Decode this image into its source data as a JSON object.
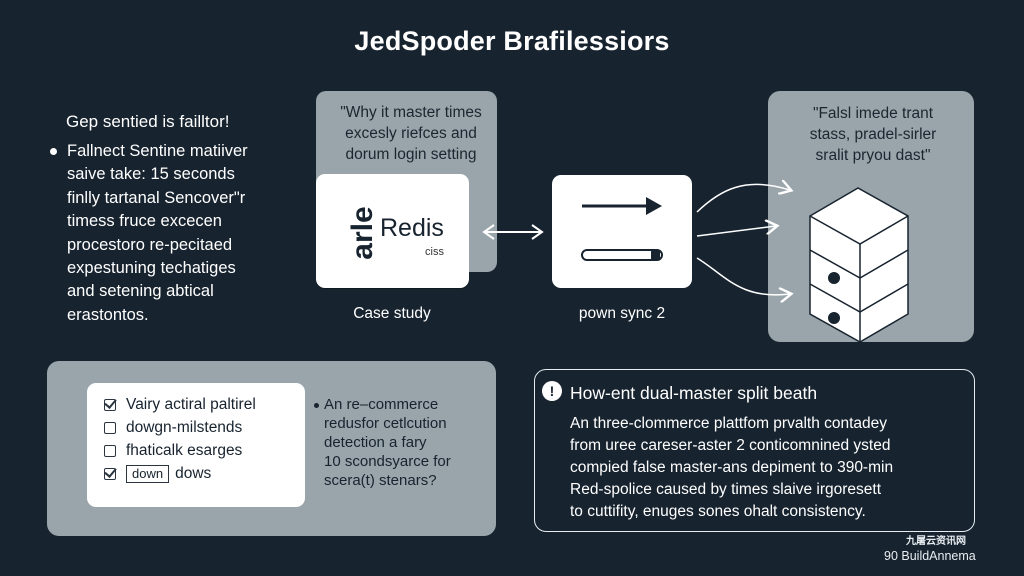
{
  "title": "JedSpoder Brafilessiors",
  "left": {
    "heading": "Gep sentied is failltor!",
    "bullet_lines": [
      "Fallnect Sentine matiiver",
      "saive take: 15 seconds",
      "finlly tartanal Sencover\"r",
      "timess fruce excecen",
      "procestoro re-pecitaed",
      "expestuning techatiges",
      "and setening abtical",
      "erastontos."
    ]
  },
  "mid_panel": {
    "quote_lines": [
      "\"Why it master times",
      "excesly riefces and",
      "dorum login setting"
    ],
    "card_rotated_text": "arle",
    "card_label": "Redis",
    "card_small": "ciss",
    "caption": "Case study"
  },
  "sync": {
    "caption": "pown sync 2"
  },
  "right_panel": {
    "quote_lines": [
      "\"Falsl imede trant",
      "stass, pradel-sirler",
      "sralit pryou dast\""
    ]
  },
  "checklist": {
    "items": [
      {
        "label": "Vairy actiral paltirel",
        "checked": true,
        "box": ""
      },
      {
        "label": "dowgn-milstends",
        "checked": false,
        "box": ""
      },
      {
        "label": "fhaticalk esarges",
        "checked": false,
        "box": ""
      },
      {
        "label": "dows",
        "checked": true,
        "box": "down"
      }
    ],
    "note_lines": [
      "An re–commerce",
      "redusfor cetlcution",
      "detection a fary",
      "10 scondsyarce for",
      "scera(t) stenars?"
    ]
  },
  "case_box": {
    "icon": "!",
    "heading": "How-ent dual-master split beath",
    "lines": [
      "An three-clommerce plattfom prvalth contadey",
      "from uree careser-aster 2 conticomnined ysted",
      "compied false master-ans depiment to 390-min",
      "Red-spolice caused by times slaive irgoresett",
      "to cuttifity, enuges sones ohalt consistency."
    ]
  },
  "footer": {
    "watermark_cn": "九屠云资讯网",
    "label": "90 BuildAnnema"
  },
  "colors": {
    "background": "#17232f",
    "panel_grey": "#9aa4ab",
    "card_white": "#ffffff",
    "text_light": "#ffffff",
    "text_dark": "#17232f"
  }
}
